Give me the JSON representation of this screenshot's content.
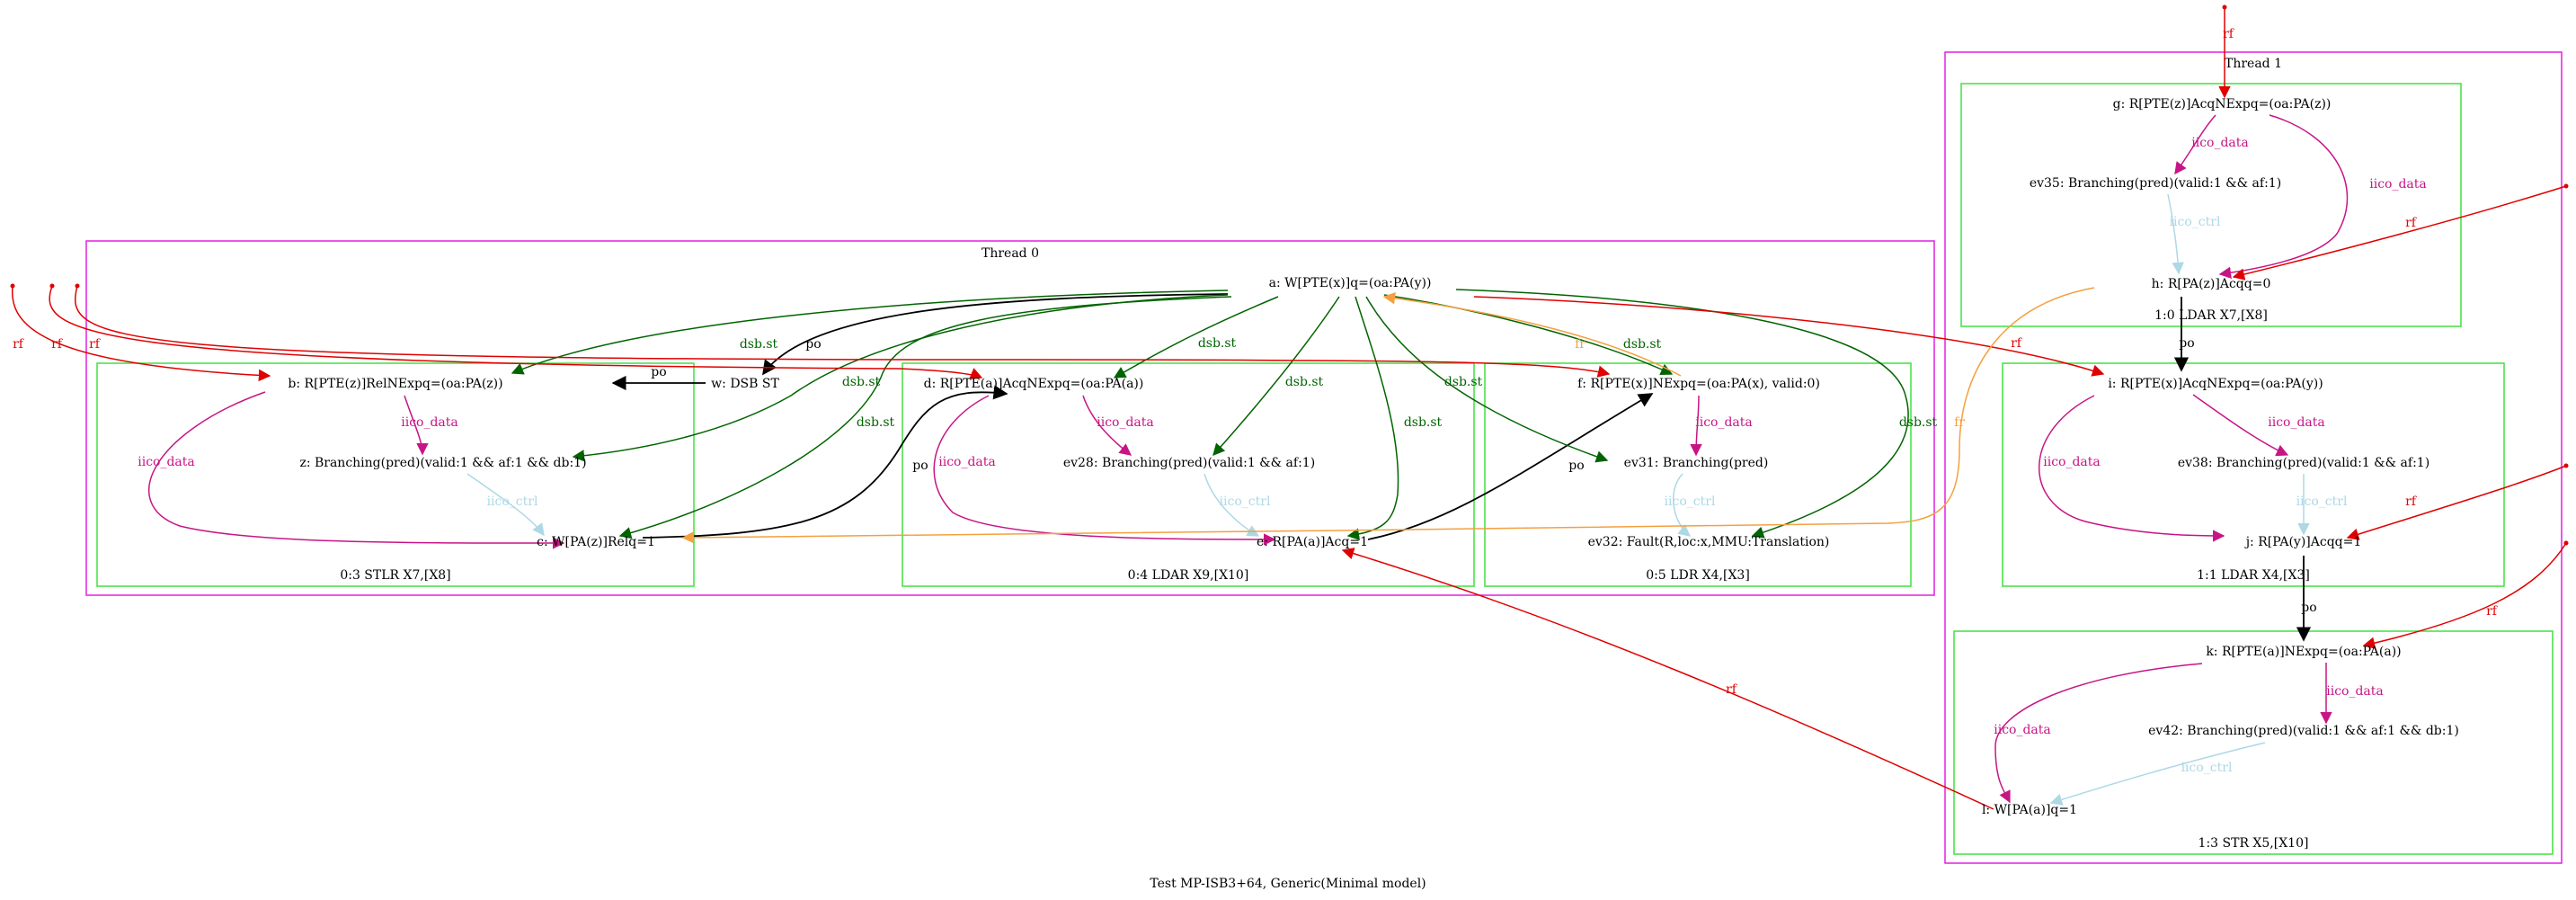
{
  "caption": "Test MP-ISB3+64, Generic(Minimal model)",
  "colors": {
    "thread_border": "#e020e0",
    "instr_border": "#40e040",
    "po": "#000000",
    "dsb": "#006400",
    "iico_data": "#c71585",
    "iico_ctrl": "#add8e6",
    "rf": "#e00000",
    "fr": "#f4a040"
  },
  "threads": [
    {
      "id": "t0",
      "label": "Thread 0"
    },
    {
      "id": "t1",
      "label": "Thread 1"
    }
  ],
  "instructions": [
    {
      "id": "i03",
      "label": "0:3 STLR X7,[X8]"
    },
    {
      "id": "i04",
      "label": "0:4 LDAR X9,[X10]"
    },
    {
      "id": "i05",
      "label": "0:5 LDR X4,[X3]"
    },
    {
      "id": "i10",
      "label": "1:0 LDAR X7,[X8]"
    },
    {
      "id": "i11",
      "label": "1:1 LDAR X4,[X3]"
    },
    {
      "id": "i13",
      "label": "1:3 STR X5,[X10]"
    }
  ],
  "nodes": [
    {
      "id": "a",
      "label": "a: W[PTE(x)]q=(oa:PA(y))"
    },
    {
      "id": "w",
      "label": "w: DSB ST"
    },
    {
      "id": "b",
      "label": "b: R[PTE(z)]RelNExpq=(oa:PA(z))"
    },
    {
      "id": "z",
      "label": "z: Branching(pred)(valid:1 && af:1 && db:1)"
    },
    {
      "id": "c",
      "label": "c: W[PA(z)]Relq=1"
    },
    {
      "id": "d",
      "label": "d: R[PTE(a)]AcqNExpq=(oa:PA(a))"
    },
    {
      "id": "ev28",
      "label": "ev28: Branching(pred)(valid:1 && af:1)"
    },
    {
      "id": "e",
      "label": "e: R[PA(a)]Acq=1"
    },
    {
      "id": "f",
      "label": "f: R[PTE(x)]NExpq=(oa:PA(x), valid:0)"
    },
    {
      "id": "ev31",
      "label": "ev31: Branching(pred)"
    },
    {
      "id": "ev32",
      "label": "ev32: Fault(R,loc:x,MMU:Translation)"
    },
    {
      "id": "g",
      "label": "g: R[PTE(z)]AcqNExpq=(oa:PA(z))"
    },
    {
      "id": "ev35",
      "label": "ev35: Branching(pred)(valid:1 && af:1)"
    },
    {
      "id": "h",
      "label": "h: R[PA(z)]Acqq=0"
    },
    {
      "id": "i",
      "label": "i: R[PTE(x)]AcqNExpq=(oa:PA(y))"
    },
    {
      "id": "ev38",
      "label": "ev38: Branching(pred)(valid:1 && af:1)"
    },
    {
      "id": "j",
      "label": "j: R[PA(y)]Acqq=1"
    },
    {
      "id": "k",
      "label": "k: R[PTE(a)]NExpq=(oa:PA(a))"
    },
    {
      "id": "ev42",
      "label": "ev42: Branching(pred)(valid:1 && af:1 && db:1)"
    },
    {
      "id": "l",
      "label": "l: W[PA(a)]q=1"
    }
  ],
  "edge_labels": {
    "po": "po",
    "dsb": "dsb.st",
    "iico_data": "iico_data",
    "iico_ctrl": "iico_ctrl",
    "rf": "rf",
    "fr": "fr"
  },
  "edges": [
    {
      "from": "a",
      "to": "w",
      "kind": "po"
    },
    {
      "from": "w",
      "to": "b",
      "kind": "po"
    },
    {
      "from": "c",
      "to": "d",
      "kind": "po"
    },
    {
      "from": "e",
      "to": "f",
      "kind": "po"
    },
    {
      "from": "h",
      "to": "i",
      "kind": "po"
    },
    {
      "from": "j",
      "to": "k",
      "kind": "po"
    },
    {
      "from": "a",
      "to": "b",
      "kind": "dsb"
    },
    {
      "from": "a",
      "to": "z",
      "kind": "dsb"
    },
    {
      "from": "a",
      "to": "c",
      "kind": "dsb"
    },
    {
      "from": "a",
      "to": "d",
      "kind": "dsb"
    },
    {
      "from": "a",
      "to": "ev28",
      "kind": "dsb"
    },
    {
      "from": "a",
      "to": "e",
      "kind": "dsb"
    },
    {
      "from": "a",
      "to": "f",
      "kind": "dsb"
    },
    {
      "from": "a",
      "to": "ev31",
      "kind": "dsb"
    },
    {
      "from": "a",
      "to": "ev32",
      "kind": "dsb"
    },
    {
      "from": "b",
      "to": "z",
      "kind": "iico_data"
    },
    {
      "from": "b",
      "to": "c",
      "kind": "iico_data"
    },
    {
      "from": "z",
      "to": "c",
      "kind": "iico_ctrl"
    },
    {
      "from": "d",
      "to": "ev28",
      "kind": "iico_data"
    },
    {
      "from": "d",
      "to": "e",
      "kind": "iico_data"
    },
    {
      "from": "ev28",
      "to": "e",
      "kind": "iico_ctrl"
    },
    {
      "from": "f",
      "to": "ev31",
      "kind": "iico_data"
    },
    {
      "from": "ev31",
      "to": "ev32",
      "kind": "iico_ctrl"
    },
    {
      "from": "g",
      "to": "ev35",
      "kind": "iico_data"
    },
    {
      "from": "g",
      "to": "h",
      "kind": "iico_data"
    },
    {
      "from": "ev35",
      "to": "h",
      "kind": "iico_ctrl"
    },
    {
      "from": "i",
      "to": "ev38",
      "kind": "iico_data"
    },
    {
      "from": "i",
      "to": "j",
      "kind": "iico_data"
    },
    {
      "from": "ev38",
      "to": "j",
      "kind": "iico_ctrl"
    },
    {
      "from": "k",
      "to": "ev42",
      "kind": "iico_data"
    },
    {
      "from": "k",
      "to": "l",
      "kind": "iico_data"
    },
    {
      "from": "ev42",
      "to": "l",
      "kind": "iico_ctrl"
    },
    {
      "from": "a",
      "to": "i",
      "kind": "rf"
    },
    {
      "from": "l",
      "to": "e",
      "kind": "rf"
    },
    {
      "from": "init",
      "to": "b",
      "kind": "rf"
    },
    {
      "from": "init",
      "to": "d",
      "kind": "rf"
    },
    {
      "from": "init",
      "to": "f",
      "kind": "rf"
    },
    {
      "from": "init",
      "to": "g",
      "kind": "rf"
    },
    {
      "from": "init",
      "to": "h",
      "kind": "rf"
    },
    {
      "from": "init",
      "to": "j",
      "kind": "rf"
    },
    {
      "from": "init",
      "to": "k",
      "kind": "rf"
    },
    {
      "from": "f",
      "to": "a",
      "kind": "fr"
    },
    {
      "from": "h",
      "to": "c",
      "kind": "fr"
    }
  ]
}
